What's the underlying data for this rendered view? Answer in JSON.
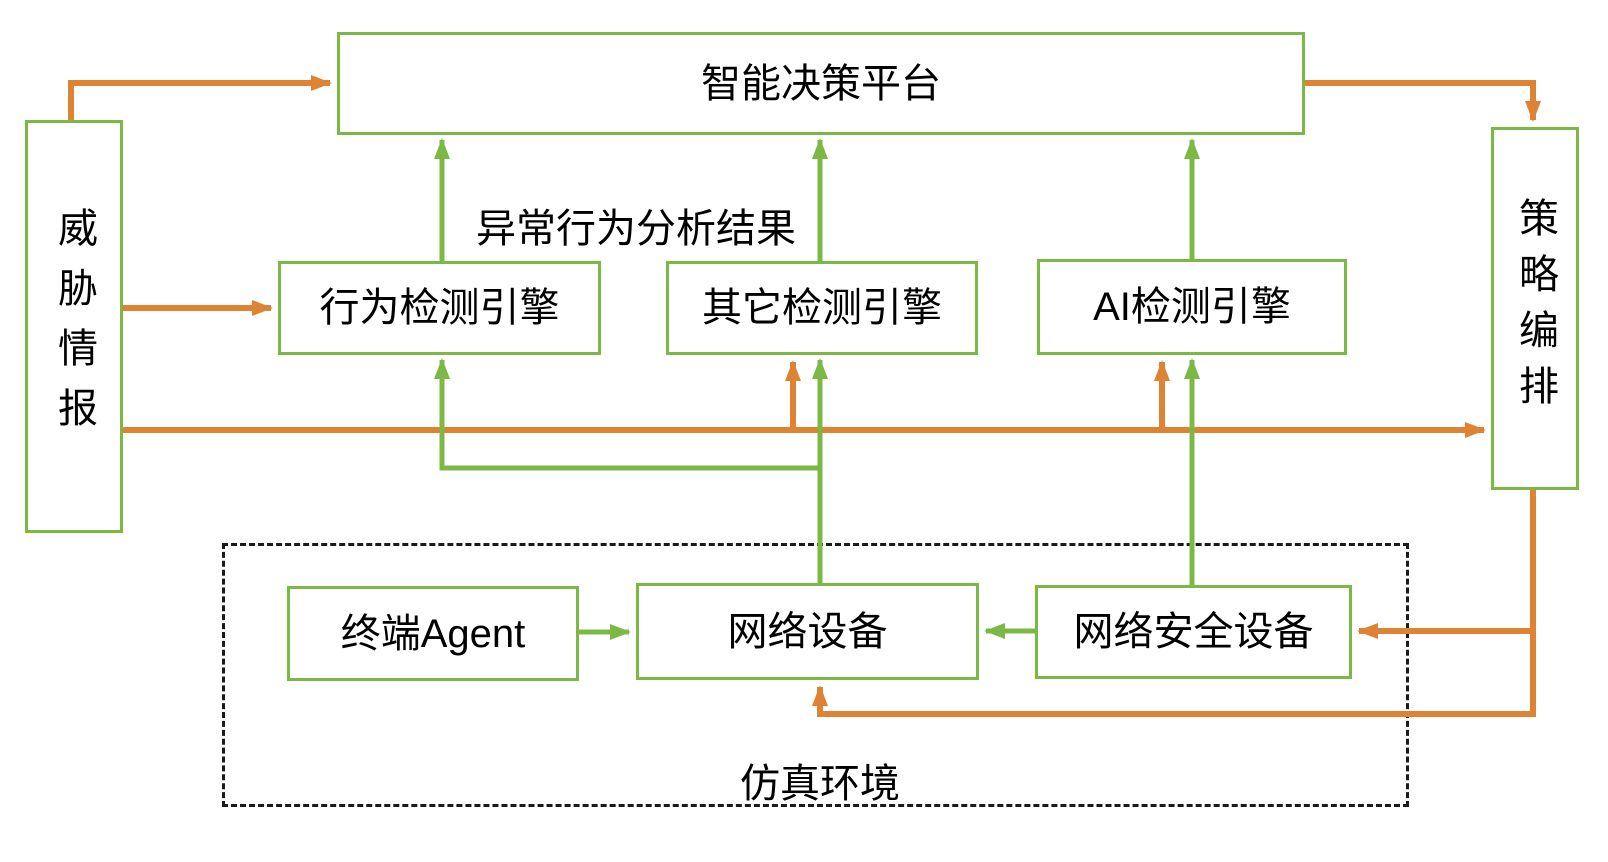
{
  "colors": {
    "orange_arrow": "#DE8334",
    "green_arrow": "#7CB944",
    "box_border": "#7CB944",
    "dashed_border": "#1a1a1a",
    "text": "#000000",
    "background": "#ffffff"
  },
  "nodes": {
    "platform": {
      "label": "智能决策平台"
    },
    "threat_intel": {
      "label": "威胁情报",
      "orientation": "vertical"
    },
    "policy_orchestration": {
      "label": "策略编排",
      "orientation": "vertical"
    },
    "behavior_engine": {
      "label": "行为检测引擎"
    },
    "other_engine": {
      "label": "其它检测引擎"
    },
    "ai_engine": {
      "label": "AI检测引擎"
    },
    "terminal_agent": {
      "label": "终端Agent"
    },
    "network_device": {
      "label": "网络设备"
    },
    "network_security_device": {
      "label": "网络安全设备"
    }
  },
  "annotations": {
    "analysis_result": "异常行为分析结果",
    "simulation_env": "仿真环境"
  },
  "edges": [
    {
      "from": "threat_intel",
      "to": "platform",
      "color": "orange"
    },
    {
      "from": "platform",
      "to": "policy_orchestration",
      "color": "orange"
    },
    {
      "from": "threat_intel",
      "to": "behavior_engine",
      "color": "orange"
    },
    {
      "from": "threat_intel",
      "to": "policy_orchestration",
      "color": "orange"
    },
    {
      "from": "threat_intel",
      "to": "other_engine",
      "color": "orange"
    },
    {
      "from": "threat_intel",
      "to": "ai_engine",
      "color": "orange"
    },
    {
      "from": "policy_orchestration",
      "to": "network_security_device",
      "color": "orange"
    },
    {
      "from": "policy_orchestration",
      "to": "network_device",
      "color": "orange"
    },
    {
      "from": "behavior_engine",
      "to": "platform",
      "color": "green"
    },
    {
      "from": "other_engine",
      "to": "platform",
      "color": "green"
    },
    {
      "from": "ai_engine",
      "to": "platform",
      "color": "green"
    },
    {
      "from": "network_device",
      "to": "other_engine",
      "color": "green"
    },
    {
      "from": "network_device",
      "to": "behavior_engine",
      "color": "green"
    },
    {
      "from": "network_security_device",
      "to": "ai_engine",
      "color": "green"
    },
    {
      "from": "terminal_agent",
      "to": "network_device",
      "color": "green"
    },
    {
      "from": "network_security_device",
      "to": "network_device",
      "color": "green"
    }
  ]
}
